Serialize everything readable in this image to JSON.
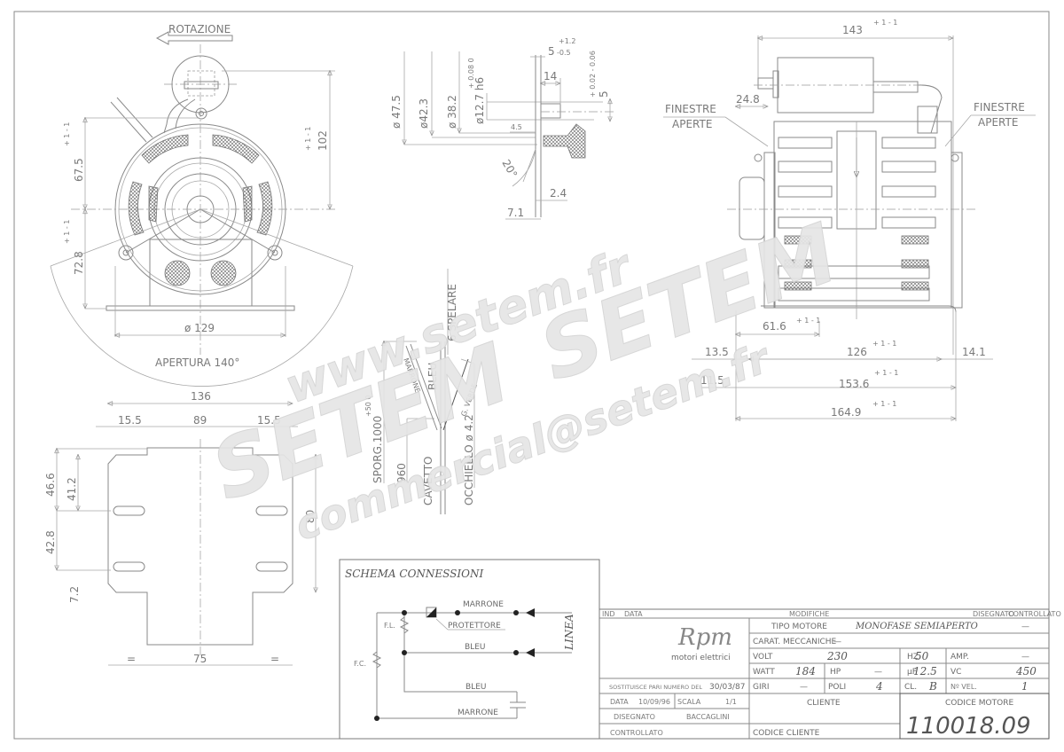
{
  "front_view": {
    "rotation_label": "ROTAZIONE",
    "dim_height_top": "102",
    "dim_height_top_tol": "+ 1  - 1",
    "dim_height_left": "67.5",
    "dim_height_left_tol": "+ 1  - 1",
    "dim_height_lower": "72.8",
    "dim_height_lower_tol": "+ 1  - 1",
    "dim_base_width": "ø 129",
    "opening_label": "APERTURA 140°"
  },
  "shaft_detail": {
    "dia_outer": "ø 47.5",
    "dia_2": "ø42.3",
    "dia_3": "ø 38.2",
    "dia_3_tol": "+ 0.08  0",
    "dia_shaft": "ø12.7 h6",
    "dim_top": "5",
    "dim_top_tol_plus": "+1.2",
    "dim_top_tol_minus": "-0.5",
    "dim_14": "14",
    "dim_key": "5",
    "dim_key_tol": "+ 0.02  - 0.06",
    "dim_4_5": "4.5",
    "angle": "20°",
    "dim_2_4": "2.4",
    "dim_7_1": "7.1"
  },
  "side_view": {
    "dim_overall_top": "143",
    "dim_overall_top_tol": "+ 1  - 1",
    "dim_24_8": "24.8",
    "window_label_left_1": "FINESTRE",
    "window_label_left_2": "APERTE",
    "window_label_right_1": "FINESTRE",
    "window_label_right_2": "APERTE",
    "dim_61_6": "61.6",
    "dim_13_5": "13.5",
    "dim_126": "126",
    "dim_14_1": "14.1",
    "dim_11_5": "11.5",
    "dim_153_6": "153.6",
    "dim_164_9": "164.9",
    "tol": "+ 1  - 1"
  },
  "base_view": {
    "dim_136": "136",
    "dim_15_5_left": "15.5",
    "dim_89": "89",
    "dim_15_5_right": "15.5",
    "dim_46_6": "46.6",
    "dim_41_2": "41.2",
    "dim_42_8": "42.8",
    "dim_7_2": "7.2",
    "dim_80": "80",
    "dim_75": "75",
    "dim_eq_left": "=",
    "dim_eq_right": "="
  },
  "cable_detail": {
    "spelare": "6 SPELARE",
    "marrone": "MARRONE",
    "bleu": "BLEU",
    "giallo_verde": "G. VERDE",
    "sporg": "SPORG.1000",
    "sporg_tol": "+50  0",
    "dim_960": "960",
    "cavetto": "CAVETTO",
    "occhiello": "OCCHIELLO ø 4.2"
  },
  "wiring": {
    "title": "SCHEMA CONNESSIONI",
    "marrone_top": "MARRONE",
    "protettore": "PROTETTORE",
    "bleu_mid": "BLEU",
    "bleu_low": "BLEU",
    "marrone_low": "MARRONE",
    "fl": "F.L.",
    "fc": "F.C.",
    "linea": "LINEA"
  },
  "title_block": {
    "rev_ind": "IND",
    "rev_data": "DATA",
    "rev_modifiche": "MODIFICHE",
    "rev_disegnato": "DISEGNATO",
    "rev_controllato": "CONTROLLATO",
    "logo": "Rpm",
    "logo_sub": "motori elettrici",
    "tipo_motore_label": "TIPO MOTORE",
    "tipo_motore_value": "MONOFASE SEMIAPERTO",
    "tipo_motore_extra": "—",
    "carat_label": "CARAT. MECCANICHE",
    "carat_value": "—",
    "volt_label": "VOLT",
    "volt_value": "230",
    "hz_label": "HZ",
    "hz_value": "50",
    "amp_label": "AMP.",
    "amp_value": "—",
    "watt_label": "WATT",
    "watt_value": "184",
    "hp_label": "HP",
    "hp_value": "—",
    "uf_label": "µF",
    "uf_value": "12.5",
    "vc_label": "VC",
    "vc_value": "450",
    "giri_label": "GIRI",
    "giri_value": "—",
    "poli_label": "POLI",
    "poli_value": "4",
    "cl_label": "CL.",
    "cl_value": "B",
    "nvel_label": "Nº VEL.",
    "nvel_value": "1",
    "sostituisce_label": "SOSTITUISCE PARI NUMERO DEL",
    "sostituisce_value": "30/03/87",
    "data_label": "DATA",
    "data_value": "10/09/96",
    "scala_label": "SCALA",
    "scala_value": "1/1",
    "disegnato_label": "DISEGNATO",
    "disegnato_value": "BACCAGLINI",
    "controllato_label": "CONTROLLATO",
    "cliente_label": "CLIENTE",
    "codice_cliente_label": "CODICE CLIENTE",
    "codice_motore_label": "CODICE MOTORE",
    "codice_motore_value": "110018.09"
  },
  "watermark": {
    "url": "www.setem.fr",
    "brand": "SETEM",
    "email": "commercial@setem.fr"
  },
  "colors": {
    "line": "#8a8a8a",
    "text": "#7a7a7a",
    "watermark": "#e6e6e6"
  }
}
